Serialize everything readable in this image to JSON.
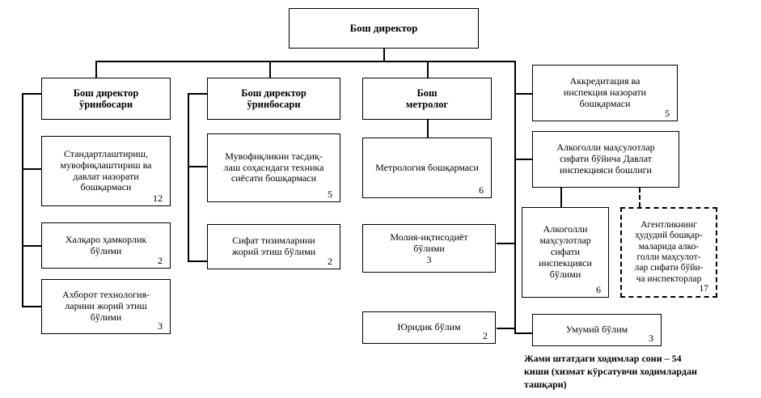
{
  "chart_data": {
    "type": "diagram",
    "title": "Organizational structure chart",
    "total_staff_note": "Жами штатдаги ходимлар сони – 54 киши (хизмат кўрсатувчи ходимлардан ташқари)",
    "nodes": [
      {
        "id": "ceo",
        "label": "Бош директор",
        "count": ""
      },
      {
        "id": "deputy1",
        "label": "Бош  директор\nўринбосари",
        "count": ""
      },
      {
        "id": "deputy2",
        "label": "Бош  директор\nўринбосари",
        "count": ""
      },
      {
        "id": "chief_metrologist",
        "label": "Бош\nметролог",
        "count": ""
      },
      {
        "id": "accreditation",
        "label": "Аккредитация ва\nинспекция назорати\nбошқармаси",
        "count": "5"
      },
      {
        "id": "standardization",
        "label": "Стандартлаштириш,\nмувофиқлаштириш ва\nдавлат назорати\nбошқармаси",
        "count": "12"
      },
      {
        "id": "conformity",
        "label": "Мувофиқликни тасдиқ-\nлаш соҳасидаги техника\nсиёсати бошқармаси",
        "count": "5"
      },
      {
        "id": "metrology_dept",
        "label": "Метрология бошқармаси",
        "count": "6"
      },
      {
        "id": "alcohol_inspection_head",
        "label": "Алкоголли маҳсулотлар\nсифати бўйича Давлат\nинспекцияси  бошлиги",
        "count": ""
      },
      {
        "id": "intl_coop",
        "label": "Халқаро ҳамкорлик\nбўлими",
        "count": "2"
      },
      {
        "id": "quality_systems",
        "label": "Сифат тизимларини\nжорий этиш бўлими",
        "count": "2"
      },
      {
        "id": "finance_economy",
        "label": "Молия-иқтисодиёт\nбўлими",
        "count": "3"
      },
      {
        "id": "alcohol_inspection_dept",
        "label": "Алкоголли\nмаҳсулотлар\nсифати\nинспекцияси\nбўлими",
        "count": "6"
      },
      {
        "id": "regional_inspectors",
        "label": "Агентликнинг\nҳудудий бошқар-\nмаларида алко-\nголли маҳсулот-\nлар сифати бўйи-\nча инспекторлар",
        "count": "17"
      },
      {
        "id": "it_implementation",
        "label": "Ахборот  технология-\nларини жорий этиш\nбўлими",
        "count": "3"
      },
      {
        "id": "legal",
        "label": "Юридик бўлим",
        "count": "2"
      },
      {
        "id": "general_dept",
        "label": "Умумий бўлим",
        "count": "3"
      }
    ]
  },
  "diagram": {
    "boxes": {
      "ceo": {
        "label": "Бош директор",
        "count": ""
      },
      "deputy1": {
        "label": "Бош  директор\nўринбосари",
        "count": ""
      },
      "deputy2": {
        "label": "Бош  директор\nўринбосари",
        "count": ""
      },
      "chief_metrologist": {
        "label": "Бош\nметролог",
        "count": ""
      },
      "accreditation": {
        "label": "Аккредитация ва\nинспекция назорати\nбошқармаси",
        "count": "5"
      },
      "standardization": {
        "label": "Стандартлаштириш,\nмувофиқлаштириш ва\nдавлат назорати\nбошқармаси",
        "count": "12"
      },
      "conformity": {
        "label": "Мувофиқликни тасдиқ-\nлаш соҳасидаги техника\nсиёсати бошқармаси",
        "count": "5"
      },
      "metrology_dept": {
        "label": "Метрология бошқармаси",
        "count": "6"
      },
      "alcohol_inspection_head": {
        "label": "Алкоголли маҳсулотлар\nсифати бўйича Давлат\nинспекцияси  бошлиги",
        "count": ""
      },
      "intl_coop": {
        "label": "Халқаро ҳамкорлик\nбўлими",
        "count": "2"
      },
      "quality_systems": {
        "label": "Сифат тизимларини\nжорий этиш бўлими",
        "count": "2"
      },
      "finance_economy": {
        "label": "Молия-иқтисодиёт\nбўлими",
        "count": "3"
      },
      "alcohol_inspection_dept": {
        "label": "Алкоголли\nмаҳсулотлар\nсифати\nинспекцияси\nбўлими",
        "count": "6"
      },
      "regional_inspectors": {
        "label": "Агентликнинг\nҳудудий бошқар-\nмаларида алко-\nголли маҳсулот-\nлар сифати бўйи-\nча инспекторлар",
        "count": "17"
      },
      "it_implementation": {
        "label": "Ахборот  технология-\nларини жорий этиш\nбўлими",
        "count": "3"
      },
      "legal": {
        "label": "Юридик бўлим",
        "count": "2"
      },
      "general_dept": {
        "label": "Умумий бўлим",
        "count": "3"
      }
    },
    "footer_note": "Жами штатдаги ходимлар сони – 54\nкиши (хизмат кўрсатувчи ходимлардан\nташқари)"
  }
}
